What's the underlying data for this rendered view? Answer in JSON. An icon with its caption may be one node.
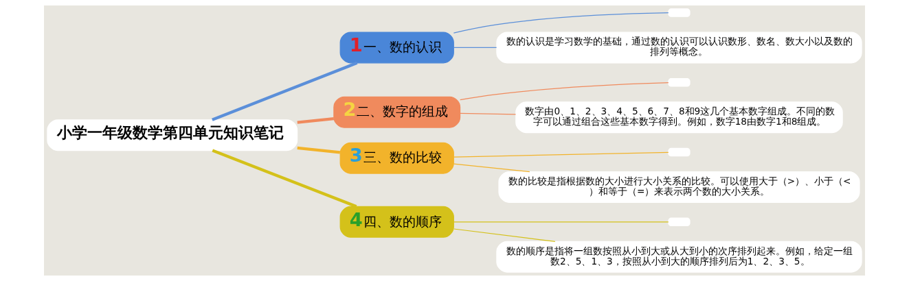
{
  "diagram": {
    "nodes": [
      {
        "text": [
          "小学一年级数学第四单元知识笔记"
        ]
      },
      {
        "text": [
          "1",
          "一、数的认识"
        ]
      },
      {
        "text": [],
        "shape": "box"
      },
      {
        "text": [
          "数的认识是学习数学的基础，通过数的认识可以认识数形、数名、数大小以及数的排列等概念。"
        ]
      },
      {
        "text": [
          "2",
          "二、数字的组成"
        ]
      },
      {
        "text": [],
        "shape": "box"
      },
      {
        "text": [
          "数字由0、1、2、3、4、5、6、7、8和9这几个基本数字组成。不同的数字可以通过组合这些基本数字得到。例如，数字18由数字1和8组成。"
        ]
      },
      {
        "text": [
          "3",
          "三、数的比较"
        ]
      },
      {
        "text": [],
        "shape": "box"
      },
      {
        "text": [
          "数的比较是指根据数的大小进行大小关系的比较。可以使用大于（>）、小于（<）和等于（=）来表示两个数的大小关系。"
        ]
      },
      {
        "text": [
          "4",
          "四、数的顺序"
        ]
      },
      {
        "text": [],
        "shape": "box"
      },
      {
        "text": [
          "数的顺序是指将一组数按照从小到大或从大到小的次序排列起来。例如，给定一组数2、5、1、3，按照从小到大的顺序排列后为1、2、3、5。"
        ]
      }
    ],
    "edges": [
      {
        "from": 0,
        "to": 1,
        "arrow": "none",
        "style": "thick",
        "color": "#5b8fd9"
      },
      {
        "from": 1,
        "to": 2,
        "arrow": "none",
        "color": "#5b8fd9"
      },
      {
        "from": 1,
        "to": 3,
        "arrow": "none",
        "color": "#5b8fd9"
      },
      {
        "from": 0,
        "to": 4,
        "arrow": "none",
        "style": "thick",
        "color": "#f08a5d"
      },
      {
        "from": 4,
        "to": 5,
        "arrow": "none",
        "color": "#f08a5d"
      },
      {
        "from": 4,
        "to": 6,
        "arrow": "none",
        "color": "#f08a5d"
      },
      {
        "from": 0,
        "to": 7,
        "arrow": "none",
        "style": "thick",
        "color": "#f2b32b"
      },
      {
        "from": 7,
        "to": 8,
        "arrow": "none",
        "color": "#f2b32b"
      },
      {
        "from": 7,
        "to": 9,
        "arrow": "none",
        "color": "#f2b32b"
      },
      {
        "from": 0,
        "to": 10,
        "arrow": "none",
        "style": "thick",
        "color": "#d4c11a"
      },
      {
        "from": 10,
        "to": 11,
        "arrow": "none",
        "color": "#d4c11a"
      },
      {
        "from": 10,
        "to": 12,
        "arrow": "none",
        "color": "#d4c11a"
      }
    ]
  }
}
